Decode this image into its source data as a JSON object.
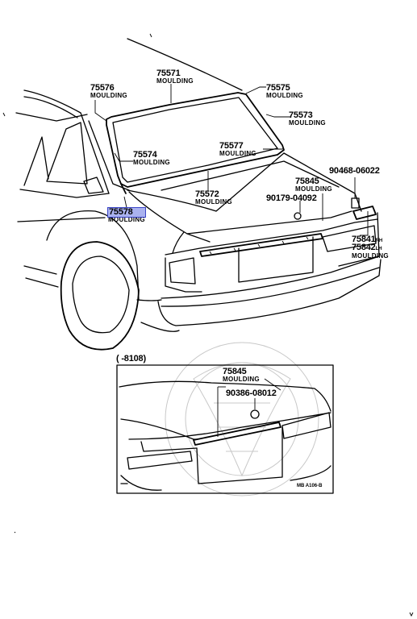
{
  "diagram": {
    "labels": {
      "p75571": {
        "part": "75571",
        "name": "MOULDING"
      },
      "p75576": {
        "part": "75576",
        "name": "MOULDING"
      },
      "p75575": {
        "part": "75575",
        "name": "MOULDING"
      },
      "p75573": {
        "part": "75573",
        "name": "MOULDING"
      },
      "p75574": {
        "part": "75574",
        "name": "MOULDING"
      },
      "p75577": {
        "part": "75577",
        "name": "MOULDING"
      },
      "p75572": {
        "part": "75572",
        "name": "MOULDING"
      },
      "p75845": {
        "part": "75845",
        "name": "MOULDING"
      },
      "p90468": {
        "part": "90468-06022"
      },
      "p90179": {
        "part": "90179-04092"
      },
      "p75578": {
        "part": "75578",
        "name": "MOULDING"
      },
      "p75841": {
        "part": "75841",
        "side": "RH"
      },
      "p75842": {
        "part": "75842",
        "side": "LH",
        "name": "MOULDING"
      }
    },
    "inset": {
      "range": "( -8108)",
      "p75845": {
        "part": "75845",
        "name": "MOULDING"
      },
      "p90386": {
        "part": "90386-08012"
      },
      "code": "MB A106-B"
    },
    "highlight_color": "#aab2ef"
  }
}
